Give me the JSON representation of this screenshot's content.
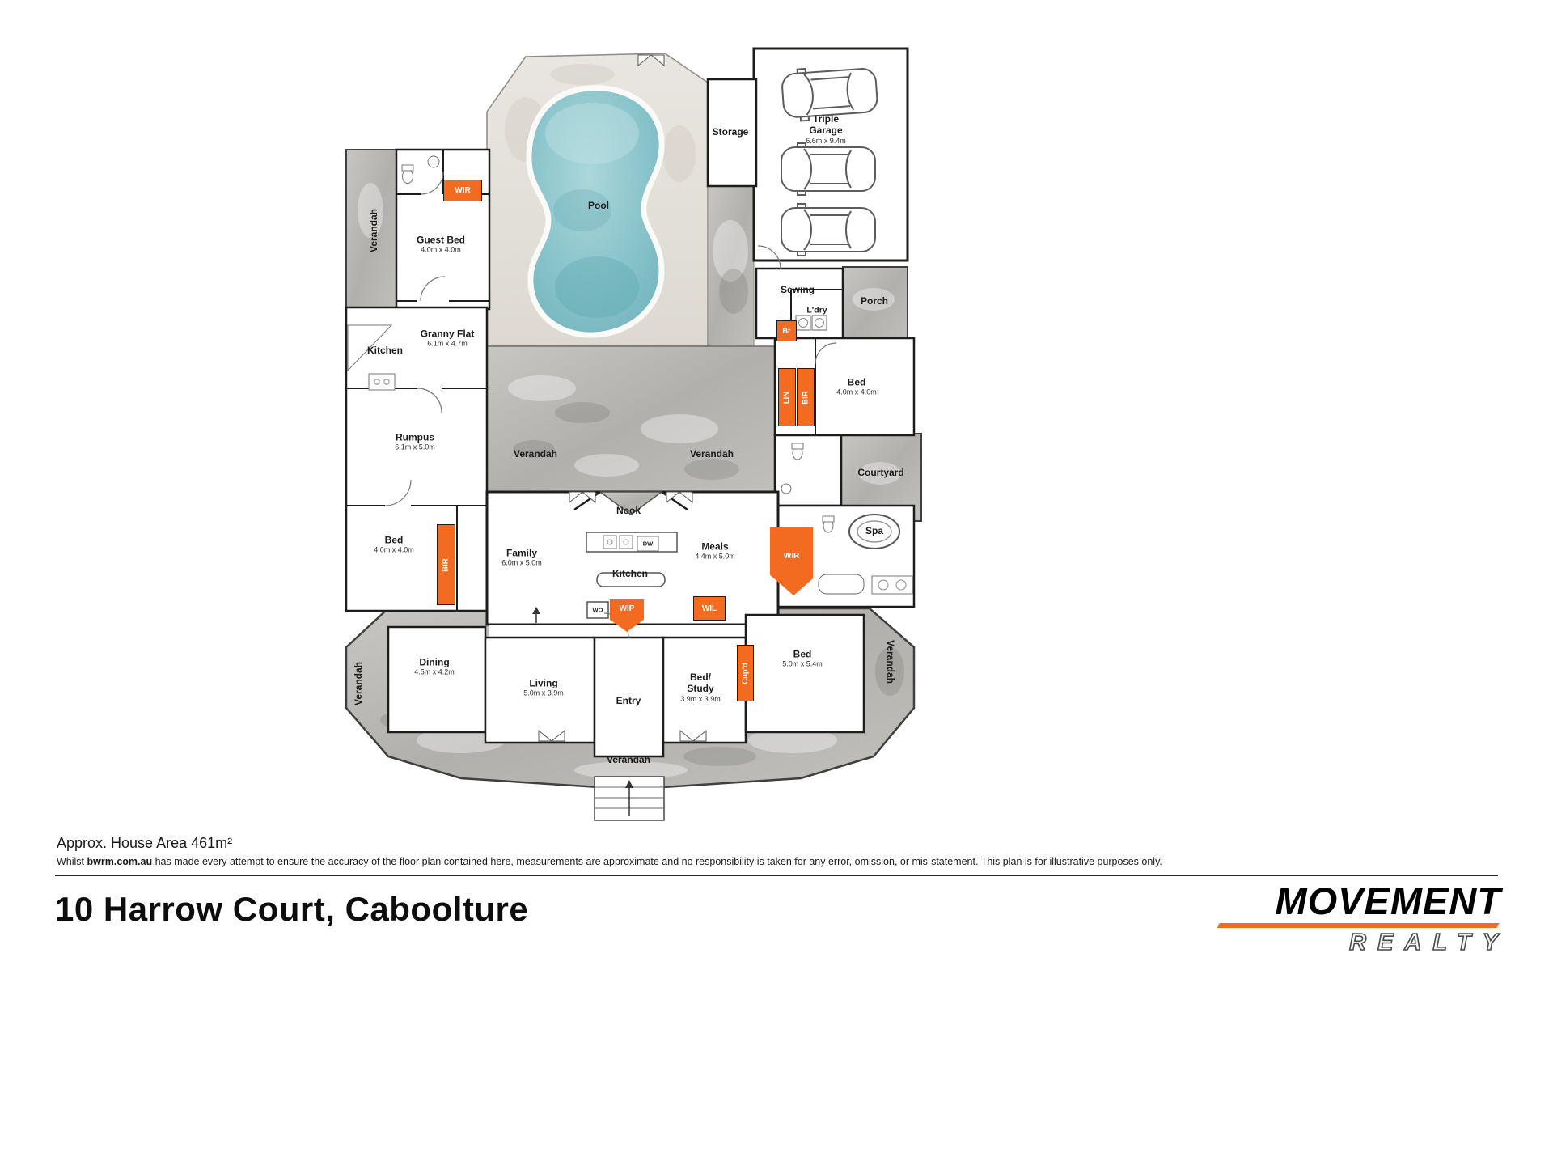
{
  "plan": {
    "colors": {
      "accent_orange": "#F26B21",
      "verandah_gray": "#b9b8b5",
      "deck_beige": "#e6e3de",
      "pool_blue": "#8ec7cd"
    },
    "labels": {
      "storage": {
        "name": "Storage"
      },
      "garage": {
        "name": "Triple Garage",
        "dims": "6.6m x 9.4m"
      },
      "pool": {
        "name": "Pool"
      },
      "guest_bed": {
        "name": "Guest Bed",
        "dims": "4.0m x 4.0m"
      },
      "verandah_left_top": {
        "name": "Verandah"
      },
      "granny_flat": {
        "name": "Granny Flat",
        "dims": "6.1m x 4.7m"
      },
      "kitchen_granny": {
        "name": "Kitchen"
      },
      "sewing": {
        "name": "Sewing"
      },
      "ldry": {
        "name": "L'dry"
      },
      "porch": {
        "name": "Porch"
      },
      "bed_right": {
        "name": "Bed",
        "dims": "4.0m x 4.0m"
      },
      "rumpus": {
        "name": "Rumpus",
        "dims": "6.1m x 5.0m"
      },
      "verandah_mid_left": {
        "name": "Verandah"
      },
      "verandah_mid_right": {
        "name": "Verandah"
      },
      "courtyard": {
        "name": "Courtyard"
      },
      "nook": {
        "name": "Nook"
      },
      "bed_left": {
        "name": "Bed",
        "dims": "4.0m x 4.0m"
      },
      "family": {
        "name": "Family",
        "dims": "6.0m x 5.0m"
      },
      "kitchen_main": {
        "name": "Kitchen"
      },
      "dw": {
        "name": "DW"
      },
      "wo": {
        "name": "WO"
      },
      "meals": {
        "name": "Meals",
        "dims": "4.4m x 5.0m"
      },
      "spa": {
        "name": "Spa"
      },
      "dining": {
        "name": "Dining",
        "dims": "4.5m x 4.2m"
      },
      "verandah_bottom_left": {
        "name": "Verandah"
      },
      "living": {
        "name": "Living",
        "dims": "5.0m x 3.9m"
      },
      "entry": {
        "name": "Entry"
      },
      "bed_study": {
        "name": "Bed/",
        "name2": "Study",
        "dims": "3.9m x 3.9m"
      },
      "bed_bottom": {
        "name": "Bed",
        "dims": "5.0m x 5.4m"
      },
      "verandah_bottom_right": {
        "name": "Verandah"
      },
      "verandah_bottom": {
        "name": "Verandah"
      }
    },
    "closets": {
      "wir_top": "WIR",
      "br": "Br",
      "lin": "LIN",
      "bir_right": "BIR",
      "bir_left": "BIR",
      "wir_mid": "WIR",
      "wip": "WIP",
      "wil": "WIL",
      "cupd": "Cup'd"
    }
  },
  "footer": {
    "area": "Approx. House Area 461m²",
    "disclaimer_prefix": "Whilst",
    "disclaimer_source": "bwrm.com.au",
    "disclaimer_rest": "has made every attempt to ensure the accuracy of the floor plan contained here, measurements are approximate and no responsibility is taken for any error, omission, or mis-statement. This plan is for illustrative purposes only.",
    "address": "10 Harrow Court, Caboolture",
    "brand": {
      "line1": "MOVEMENT",
      "line2": "REALTY"
    }
  }
}
